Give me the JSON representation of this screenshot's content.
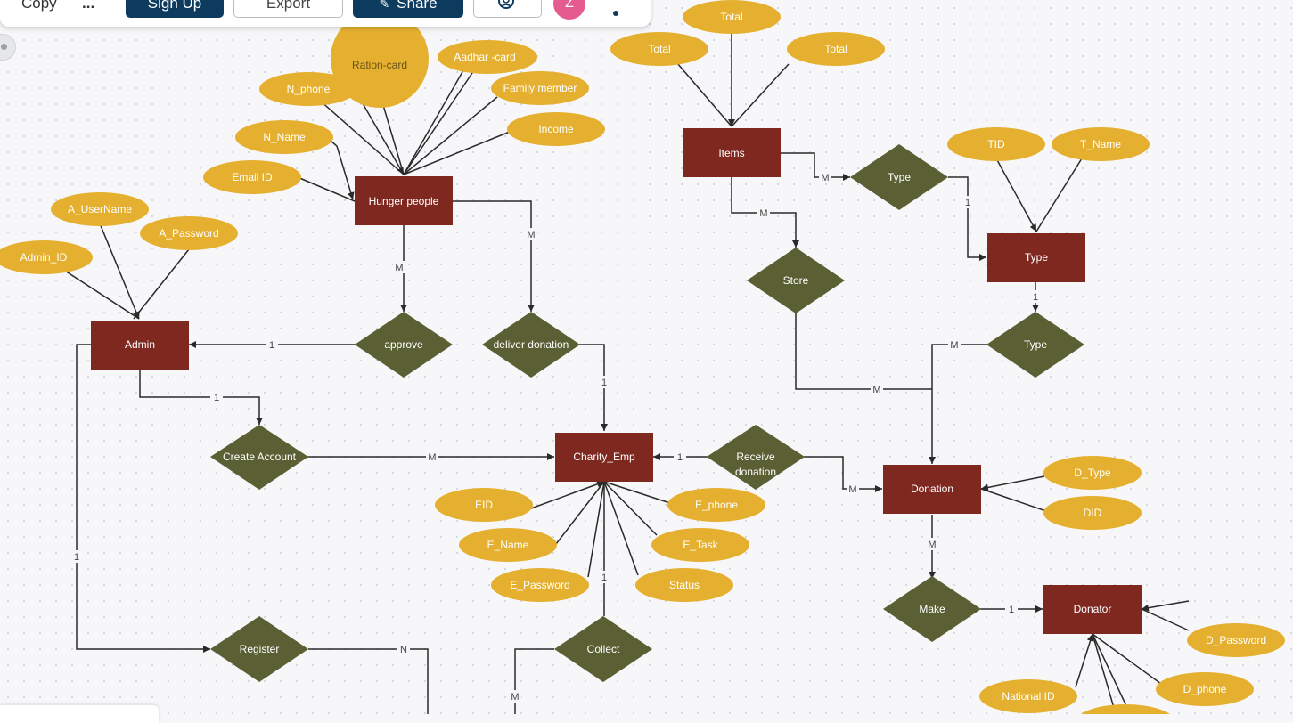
{
  "toolbar": {
    "copy_label": "Copy",
    "ellipsis": "...",
    "signup_label": "Sign Up",
    "export_label": "Export",
    "share_label": "Share",
    "avatar_initial": "Z"
  },
  "colors": {
    "entity": "#7f2820",
    "relationship": "#5a6034",
    "attribute": "#e5b02f",
    "attribute_text": "#ffffff",
    "line": "#2a2a2a"
  },
  "entities": {
    "hunger_people": "Hunger people",
    "admin": "Admin",
    "charity_emp": "Charity_Emp",
    "items": "Items",
    "type": "Type",
    "donation": "Donation",
    "donator": "Donator"
  },
  "relationships": {
    "approve": "approve",
    "deliver_donation": "deliver donation",
    "create_account": "Create Account",
    "receive_donation": [
      "Receive",
      "donation"
    ],
    "register": "Register",
    "collect": "Collect",
    "type": "Type",
    "store": "Store",
    "type_rel": "Type",
    "make": "Make"
  },
  "attributes": {
    "ration_card": "Ration-card",
    "aadhar_card": "Aadhar -card",
    "n_phone": "N_phone",
    "family_member": "Family member",
    "income": "Income",
    "n_name": "N_Name",
    "email_id": "Email ID",
    "a_username": "A_UserName",
    "a_password": "A_Password",
    "admin_id": "Admin_ID",
    "total_top": "Total",
    "total_left": "Total",
    "total_right": "Total",
    "tid": "TID",
    "t_name": "T_Name",
    "eid": "EID",
    "e_name": "E_Name",
    "e_password": "E_Password",
    "e_phone": "E_phone",
    "e_task": "E_Task",
    "status": "Status",
    "d_type": "D_Type",
    "did": "DID",
    "d_password": "D_Password",
    "d_phone": "D_phone",
    "national_id": "National ID"
  },
  "cardinalities": {
    "hp_approve": "M",
    "hp_deliver": "M",
    "approve_admin": "1",
    "admin_create": "1",
    "create_emp": "M",
    "deliver_emp": "1",
    "receive_emp": "1",
    "receive_donation": "M",
    "admin_register": "1",
    "register_n": "N",
    "collect_emp": "1",
    "collect_m": "M",
    "items_type": "M",
    "type_typeentity": "1",
    "items_store": "M",
    "store_donation": "M",
    "typeentity_type": "1",
    "type_donation": "M",
    "donation_make": "M",
    "make_donator": "1"
  }
}
